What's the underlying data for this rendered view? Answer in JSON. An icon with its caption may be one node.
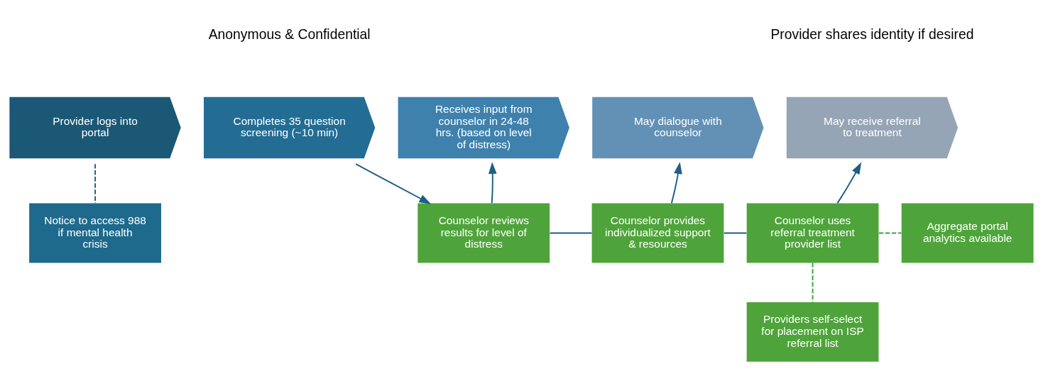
{
  "diagram": {
    "nodes": [
      {
        "text": [
          "Provider logs into portal"
        ]
      },
      {
        "text": [
          "Completes 35 question screening (~10 min)"
        ]
      },
      {
        "text": [
          "Receives input from counselor in 24-48 hrs. (based on level of distress)"
        ]
      },
      {
        "text": [
          "May dialogue with counselor"
        ]
      },
      {
        "text": [
          "May receive referral to treatment"
        ]
      },
      {
        "text": [
          "Notice to access 988 if mental health crisis"
        ]
      },
      {
        "text": [
          "Counselor reviews results for level of distress"
        ]
      },
      {
        "text": [
          "Counselor provides individualized support & resources"
        ]
      },
      {
        "text": [
          "Counselor uses referral treatment provider list"
        ]
      },
      {
        "text": [
          "Aggregate portal analytics available"
        ]
      },
      {
        "text": [
          "Providers self-select for placement on ISP referral list"
        ]
      }
    ],
    "edges": [
      {
        "from": 0,
        "to": 5,
        "arrow": "none",
        "style": "dashed"
      },
      {
        "from": 1,
        "to": 6,
        "arrow": "to"
      },
      {
        "from": 6,
        "to": 2,
        "arrow": "to"
      },
      {
        "from": 6,
        "to": 7,
        "arrow": "none"
      },
      {
        "from": 7,
        "to": 3,
        "arrow": "to"
      },
      {
        "from": 7,
        "to": 8,
        "arrow": "none"
      },
      {
        "from": 8,
        "to": 4,
        "arrow": "to"
      },
      {
        "from": 8,
        "to": 9,
        "arrow": "none",
        "style": "dashed",
        "color": "#3aa34a"
      },
      {
        "from": 8,
        "to": 10,
        "arrow": "none",
        "style": "dashed",
        "color": "#3aa34a"
      }
    ],
    "labels": [
      "Anonymous & Confidential",
      "Provider shares identity if desired"
    ]
  }
}
